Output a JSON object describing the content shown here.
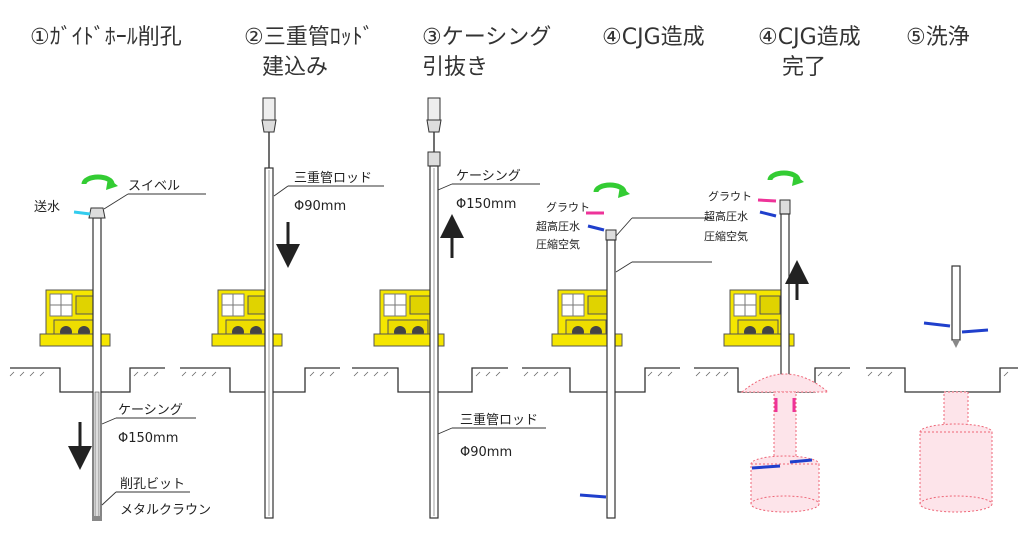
{
  "steps": [
    {
      "title_line1": "①ｶﾞｲﾄﾞﾎｰﾙ削孔",
      "title_line2": ""
    },
    {
      "title_line1": "②三重管ﾛｯﾄﾞ",
      "title_line2": "建込み"
    },
    {
      "title_line1": "③ケーシング",
      "title_line2": "引抜き"
    },
    {
      "title_line1": "④CJG造成",
      "title_line2": ""
    },
    {
      "title_line1": "④CJG造成",
      "title_line2": "完了"
    },
    {
      "title_line1": "⑤洗浄",
      "title_line2": ""
    }
  ],
  "labels": {
    "water_feed": "送水",
    "swivel": "スイベル",
    "casing": "ケーシング",
    "casing_dia": "Φ150mm",
    "drill_bit": "削孔ビット",
    "metal_crown": "メタルクラウン",
    "triple_rod": "三重管ロッド",
    "rod_dia": "Φ90mm",
    "grout": "グラウト",
    "ultra_high_pressure_water": "超高圧水",
    "compressed_air": "圧縮空気"
  },
  "colors": {
    "machine_yellow": "#f5e600",
    "rotation_green": "#33cc33",
    "water_cyan": "#33ccee",
    "grout_magenta": "#ee3399",
    "jet_blue": "#1f3fcc",
    "column_red": "#ee6677"
  }
}
